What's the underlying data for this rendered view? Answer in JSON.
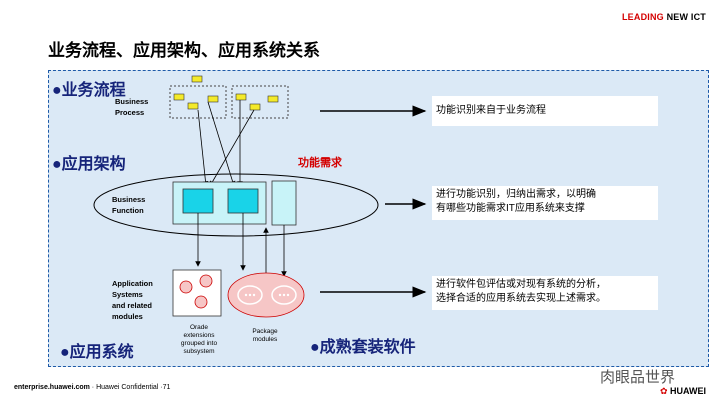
{
  "header": {
    "brand_red": "LEADING",
    "brand_rest": "NEW ICT"
  },
  "title": "业务流程、应用架构、应用系统关系",
  "sections": {
    "process": "●业务流程",
    "architecture": "●应用架构",
    "system": "●应用系统",
    "package": "●成熟套装软件"
  },
  "labels": {
    "business_process": [
      "Business",
      "Process"
    ],
    "business_function": [
      "Business",
      "Function"
    ],
    "app_systems": [
      "Application",
      "Systems",
      "and related",
      "modules"
    ],
    "functional_requirement": "功能需求",
    "oracle_caption": [
      "Orade",
      "extensions",
      "grouped into",
      "subsystem"
    ],
    "package_caption": [
      "Package",
      "modules"
    ]
  },
  "notes": {
    "note1": "功能识别来自于业务流程",
    "note2": [
      "进行功能识别，归纳出需求，以明确",
      "有哪些功能需求IT应用系统来支撑"
    ],
    "note3": [
      "进行软件包评估或对现有系统的分析，",
      "选择合适的应用系统去实现上述需求。"
    ]
  },
  "footer": {
    "site": "enterprise.huawei.com",
    "rest": " · Huawei Confidential ·71"
  },
  "watermark": "肉眼品世界",
  "logo_text": "HUAWEI",
  "colors": {
    "panel_bg": "#dbe9f6",
    "cyan": "#19d3e8",
    "red": "#d40000",
    "pink": "#f6c6c6",
    "yellow": "#f4ea2a"
  }
}
